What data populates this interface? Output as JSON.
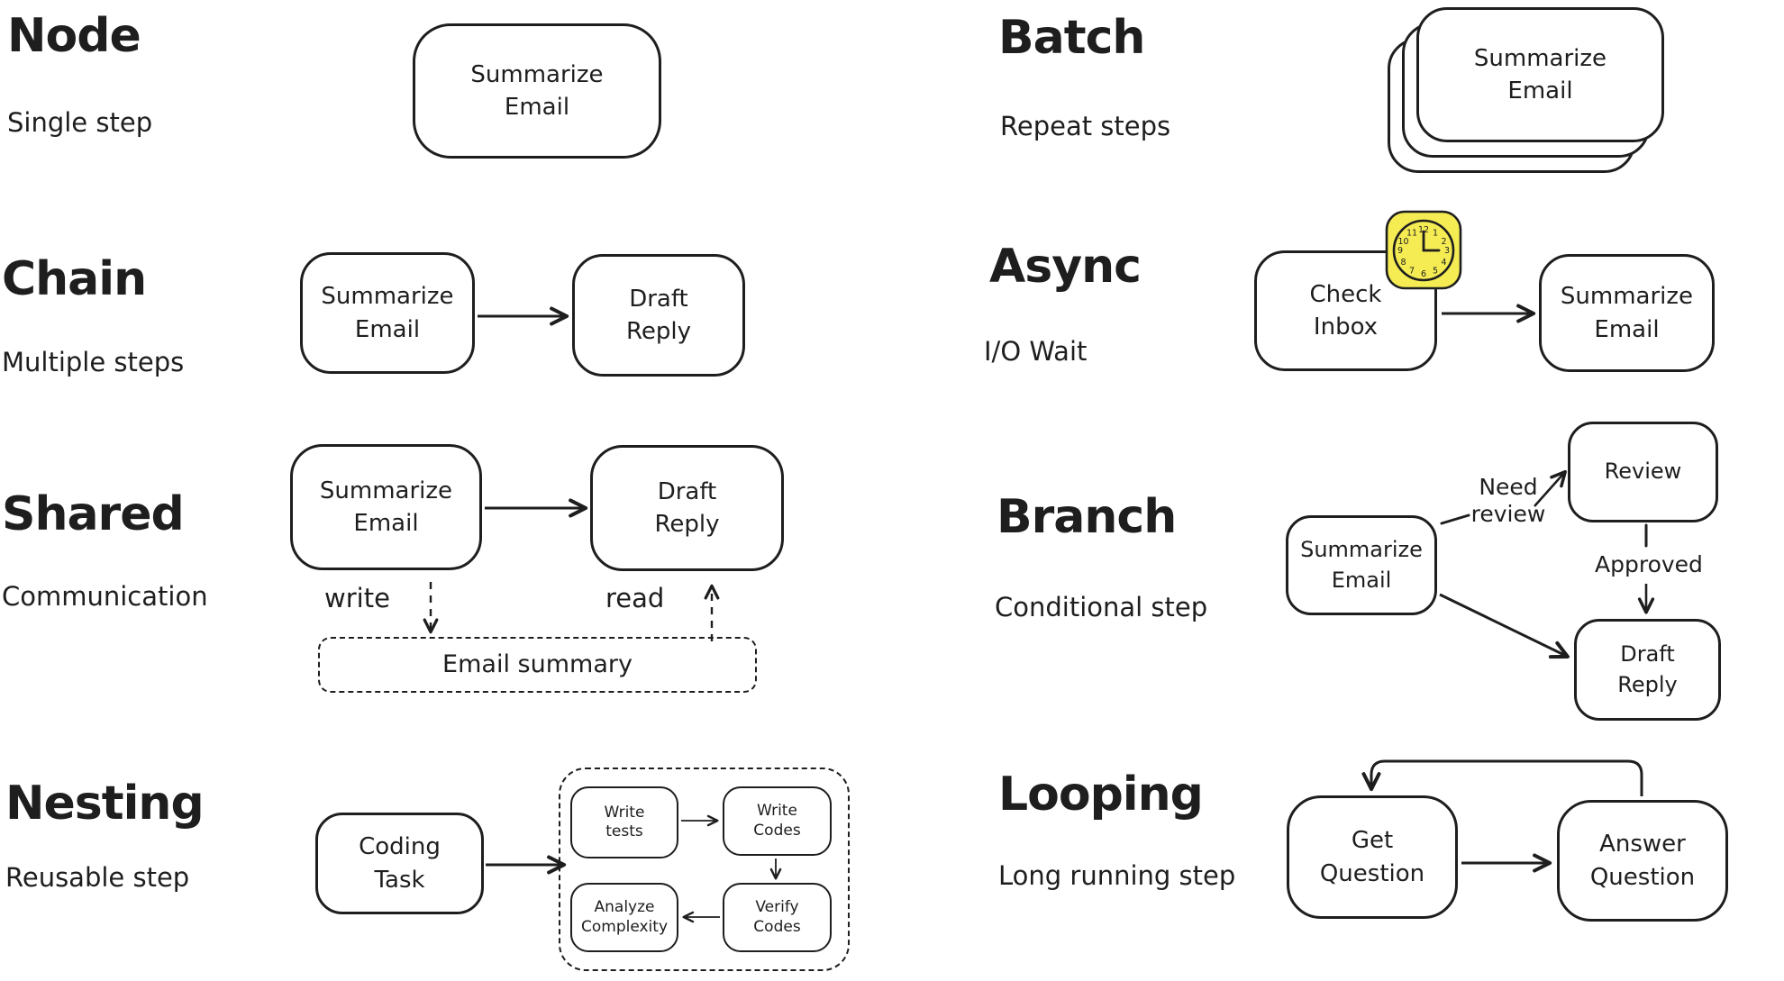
{
  "canvas": {
    "ink": "#1e1e1e",
    "background": "#ffffff",
    "clock_fill": "#f5ec54"
  },
  "sections": {
    "node": {
      "title": "Node",
      "subtitle": "Single step",
      "box": "Summarize Email"
    },
    "chain": {
      "title": "Chain",
      "subtitle": "Multiple steps",
      "box1": "Summarize Email",
      "box2": "Draft Reply"
    },
    "shared": {
      "title": "Shared",
      "subtitle": "Communication",
      "box1": "Summarize Email",
      "box2": "Draft Reply",
      "write_label": "write",
      "read_label": "read",
      "store": "Email summary"
    },
    "nesting": {
      "title": "Nesting",
      "subtitle": "Reusable step",
      "task": "Coding Task",
      "inner1": "Write tests",
      "inner2": "Write Codes",
      "inner3": "Verify Codes",
      "inner4": "Analyze Complexity"
    },
    "batch": {
      "title": "Batch",
      "subtitle": "Repeat steps",
      "card": "Summarize Email"
    },
    "async": {
      "title": "Async",
      "subtitle": "I/O Wait",
      "box1": "Check Inbox",
      "box2": "Summarize Email",
      "clock_numbers": [
        "12",
        "1",
        "2",
        "3",
        "4",
        "5",
        "6",
        "7",
        "8",
        "9",
        "10",
        "11"
      ]
    },
    "branch": {
      "title": "Branch",
      "subtitle": "Conditional step",
      "source": "Summarize Email",
      "review": "Review",
      "draft": "Draft Reply",
      "label_need": "Need review",
      "label_approved": "Approved"
    },
    "looping": {
      "title": "Looping",
      "subtitle": "Long running step",
      "box1": "Get Question",
      "box2": "Answer Question"
    }
  }
}
